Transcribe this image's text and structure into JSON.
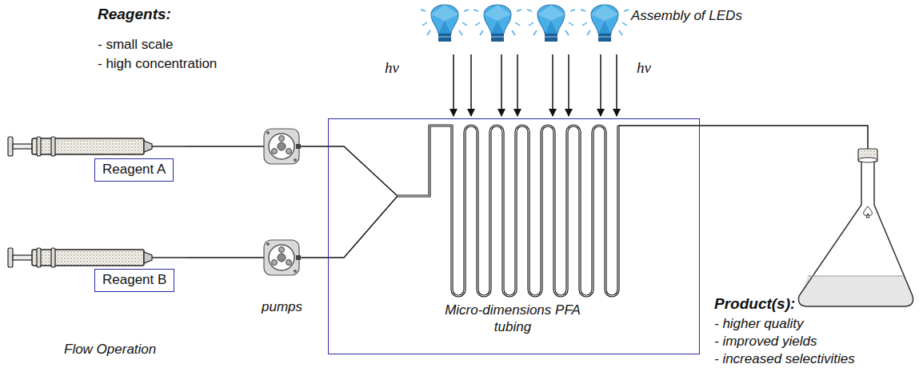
{
  "diagram": {
    "nodes": [
      {
        "text": [
          "Reagent A"
        ]
      },
      {
        "text": [
          "Reagent B"
        ]
      },
      {
        "text": [
          "Micro-dimensions PFA tubing"
        ]
      }
    ],
    "labels": [
      "Reagents:",
      "- small scale",
      "- high concentration",
      "Assembly of LEDs",
      "hν",
      "hν",
      "pumps",
      "Flow Operation",
      "Product(s):",
      "- higher quality",
      "- improved yields",
      "- increased selectivities"
    ]
  }
}
